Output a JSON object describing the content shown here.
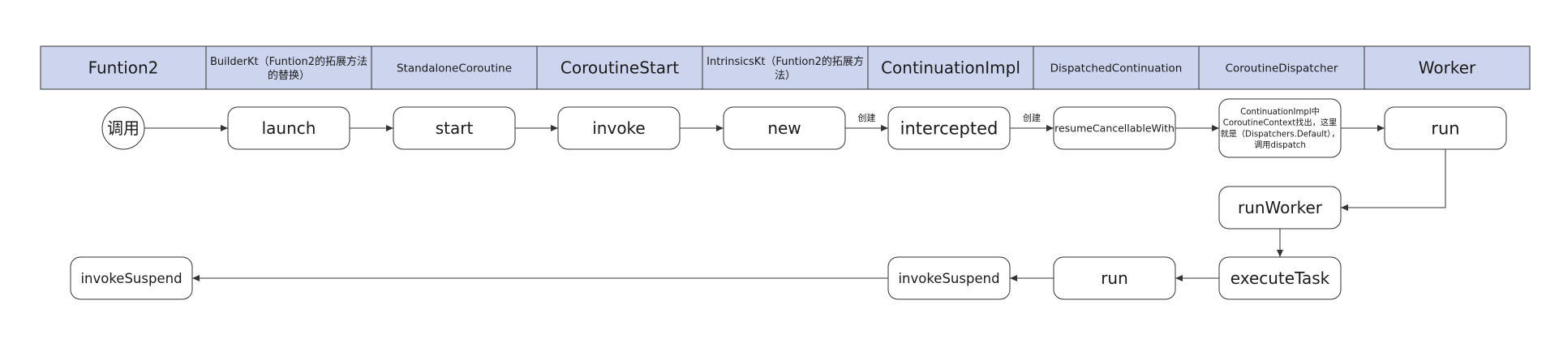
{
  "lanes": [
    {
      "id": "l0",
      "label": "Funtion2",
      "size": "big"
    },
    {
      "id": "l1",
      "label": "BuilderKt（Funtion2的拓展方法的替换）",
      "size": "small",
      "lines": [
        "BuilderKt（Funtion2的拓展方法",
        "的替换）"
      ]
    },
    {
      "id": "l2",
      "label": "StandaloneCoroutine",
      "size": "small"
    },
    {
      "id": "l3",
      "label": "CoroutineStart",
      "size": "big"
    },
    {
      "id": "l4",
      "label": "IntrinsicsKt（Funtion2的拓展方法）",
      "size": "small",
      "lines": [
        "IntrinsicsKt（Funtion2的拓展方",
        "法）"
      ]
    },
    {
      "id": "l5",
      "label": "ContinuationImpl",
      "size": "big"
    },
    {
      "id": "l6",
      "label": "DispatchedContinuation",
      "size": "small"
    },
    {
      "id": "l7",
      "label": "CoroutineDispatcher",
      "size": "small"
    },
    {
      "id": "l8",
      "label": "Worker",
      "size": "big"
    }
  ],
  "nodes": [
    {
      "id": "call",
      "label": "调用",
      "shape": "circle"
    },
    {
      "id": "launch",
      "label": "launch"
    },
    {
      "id": "start",
      "label": "start"
    },
    {
      "id": "invoke",
      "label": "invoke"
    },
    {
      "id": "new",
      "label": "new"
    },
    {
      "id": "intercepted",
      "label": "intercepted"
    },
    {
      "id": "resumeCancellableWith",
      "label": "resumeCancellableWith"
    },
    {
      "id": "dispatch",
      "label": "ContinuationImpl中CoroutineContext找出，这里就是（Dispatchers.Default），调用dispatch",
      "lines": [
        "ContinuationImpl中",
        "CoroutineContext找出，这里",
        "就是（Dispatchers.Default），",
        "调用dispatch"
      ]
    },
    {
      "id": "run1",
      "label": "run"
    },
    {
      "id": "runWorker",
      "label": "runWorker"
    },
    {
      "id": "executeTask",
      "label": "executeTask"
    },
    {
      "id": "run2",
      "label": "run"
    },
    {
      "id": "invokeSuspend1",
      "label": "invokeSuspend"
    },
    {
      "id": "invokeSuspend2",
      "label": "invokeSuspend"
    }
  ],
  "edges": [
    {
      "from": "call",
      "to": "launch",
      "label": ""
    },
    {
      "from": "launch",
      "to": "start",
      "label": ""
    },
    {
      "from": "start",
      "to": "invoke",
      "label": ""
    },
    {
      "from": "invoke",
      "to": "new",
      "label": ""
    },
    {
      "from": "new",
      "to": "intercepted",
      "label": "创建"
    },
    {
      "from": "intercepted",
      "to": "resumeCancellableWith",
      "label": "创建"
    },
    {
      "from": "resumeCancellableWith",
      "to": "dispatch",
      "label": ""
    },
    {
      "from": "dispatch",
      "to": "run1",
      "label": ""
    },
    {
      "from": "run1",
      "to": "runWorker",
      "label": ""
    },
    {
      "from": "runWorker",
      "to": "executeTask",
      "label": ""
    },
    {
      "from": "executeTask",
      "to": "run2",
      "label": ""
    },
    {
      "from": "run2",
      "to": "invokeSuspend1",
      "label": ""
    },
    {
      "from": "invokeSuspend1",
      "to": "invokeSuspend2",
      "label": ""
    }
  ],
  "colors": {
    "lane_fill": "#cdd5ee",
    "stroke": "#333333",
    "background": "#ffffff"
  }
}
